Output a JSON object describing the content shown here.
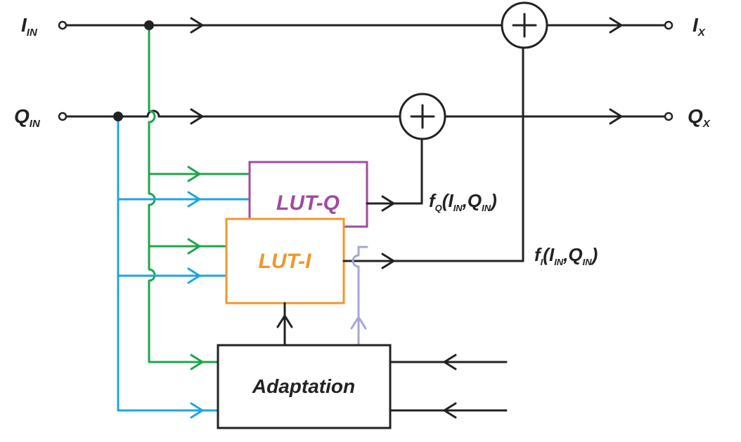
{
  "labels": {
    "i_in": {
      "main": "I",
      "sub": "IN"
    },
    "q_in": {
      "main": "Q",
      "sub": "IN"
    },
    "i_x": {
      "main": "I",
      "sub": "X"
    },
    "q_x": {
      "main": "Q",
      "sub": "X"
    },
    "fq": {
      "f": "f",
      "fsub": "Q",
      "open": "(I",
      "sub1": "IN",
      "mid": ",Q",
      "sub2": "IN",
      "close": ")"
    },
    "fi": {
      "f": "f",
      "fsub": "I",
      "open": "(I",
      "sub1": "IN",
      "mid": ",Q",
      "sub2": "IN",
      "close": ")"
    }
  },
  "blocks": {
    "lut_q": "LUT-Q",
    "lut_i": "LUT-I",
    "adaptation": "Adaptation"
  },
  "colors": {
    "wire": "#222222",
    "i_branch": "#1fa54a",
    "q_branch": "#1ea5df",
    "lut_q": "#a04aa0",
    "lut_i": "#f0962a",
    "adaptation_to_lut_q": "#a6a6d8"
  }
}
